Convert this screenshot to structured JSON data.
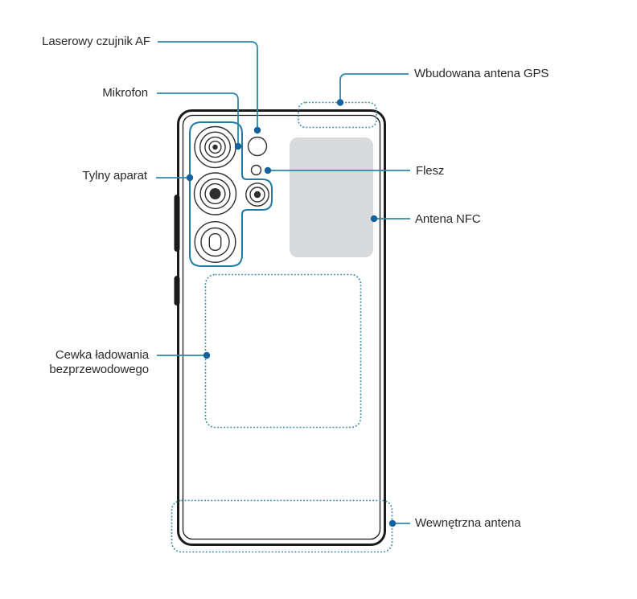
{
  "figure": {
    "type": "phone-rear-view-callout-diagram",
    "labels": {
      "laser_af": "Laserowy czujnik AF",
      "microphone": "Mikrofon",
      "rear_camera": "Tylny aparat",
      "wireless_coil": {
        "line1": "Cewka ładowania",
        "line2": "bezprzewodowego"
      },
      "gps_antenna": "Wbudowana antena GPS",
      "flash": "Flesz",
      "nfc_antenna": "Antena NFC",
      "internal_antenna": "Wewnętrzna antena"
    },
    "colors": {
      "callout_line": "#2e86ad",
      "callout_dot": "#14639e",
      "module_outline": "#1f7ca6",
      "phone_outline": "#1a1a1a",
      "lens_outline": "#2f2f2f",
      "nfc_area_fill": "#d9dadb",
      "label_text": "#2b2b2b",
      "background": "#ffffff"
    }
  }
}
